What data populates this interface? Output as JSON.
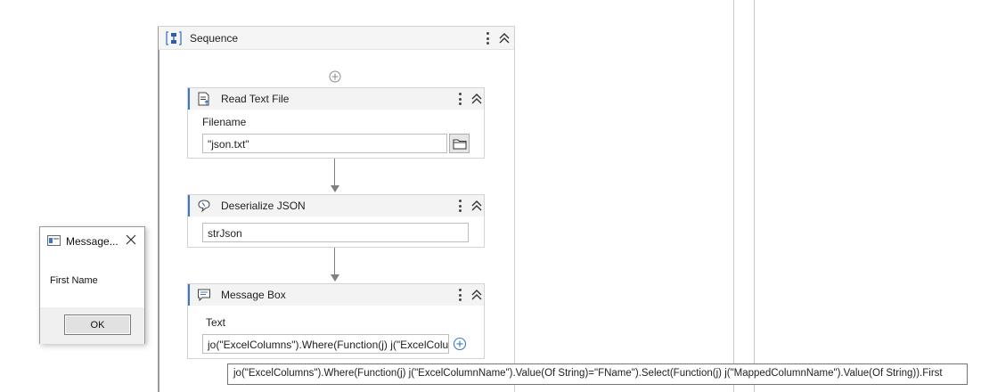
{
  "sequence": {
    "title": "Sequence"
  },
  "activities": {
    "read_text_file": {
      "title": "Read Text File",
      "filename_label": "Filename",
      "filename_value": "\"json.txt\""
    },
    "deserialize_json": {
      "title": "Deserialize JSON",
      "input_value": "strJson"
    },
    "message_box": {
      "title": "Message Box",
      "text_label": "Text",
      "text_value": "jo(\"ExcelColumns\").Where(Function(j) j(\"ExcelColumnName\").Value(Of String)=\"FName\").Select(Function(j) j(\"MappedColumnName\").Value(Of String)).First"
    }
  },
  "message_dialog": {
    "title": "Message...",
    "message": "First Name",
    "ok_label": "OK"
  },
  "tooltip": {
    "text": "jo(\"ExcelColumns\").Where(Function(j) j(\"ExcelColumnName\").Value(Of String)=\"FName\").Select(Function(j) j(\"MappedColumnName\").Value(Of String)).First"
  },
  "icons": {
    "sequence": "sequence-icon",
    "read_text_file": "text-file-icon",
    "deserialize_json": "json-icon",
    "message_box": "message-box-icon",
    "more": "more-vertical-icon",
    "collapse": "chevron-double-up-icon",
    "add": "plus-circle-icon",
    "browse": "folder-icon",
    "close": "close-icon"
  },
  "colors": {
    "accent": "#3b77c9",
    "connector": "#808080",
    "header_bg": "#f3f3f3"
  }
}
